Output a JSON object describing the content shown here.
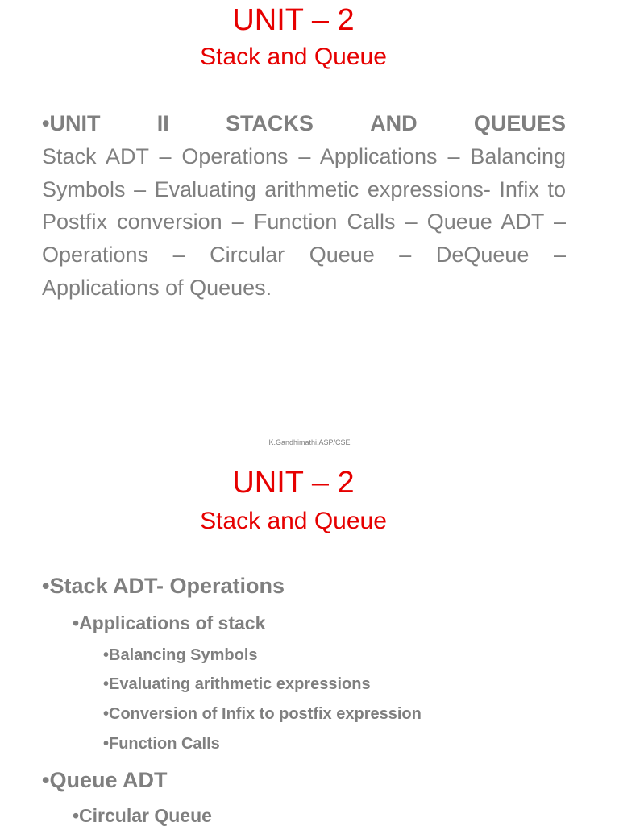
{
  "slide1": {
    "unit_title": "UNIT – 2",
    "subtitle": "Stack  and Queue",
    "heading_words": [
      "•UNIT",
      "II",
      "STACKS",
      "AND",
      "QUEUES"
    ],
    "body": "Stack ADT – Operations – Applications – Balancing Symbols – Evaluating arithmetic expressions- Infix to Postfix conversion – Function Calls – Queue ADT – Operations – Circular Queue – DeQueue – Applications of Queues.",
    "footer": "K.Gandhimathi,ASP/CSE"
  },
  "slide2": {
    "unit_title": "UNIT – 2",
    "subtitle": "Stack  and Queue",
    "items": [
      {
        "text": "•Stack ADT- Operations"
      },
      {
        "text": "•Applications of stack"
      },
      {
        "text": "•Balancing Symbols"
      },
      {
        "text": "•Evaluating arithmetic expressions"
      },
      {
        "text": "•Conversion of Infix to postfix expression"
      },
      {
        "text": "•Function Calls"
      },
      {
        "text": "•Queue ADT"
      },
      {
        "text": "•Circular Queue"
      }
    ]
  },
  "colors": {
    "title_red": "#e60000",
    "body_gray": "#7f7f7f",
    "background": "#ffffff"
  }
}
